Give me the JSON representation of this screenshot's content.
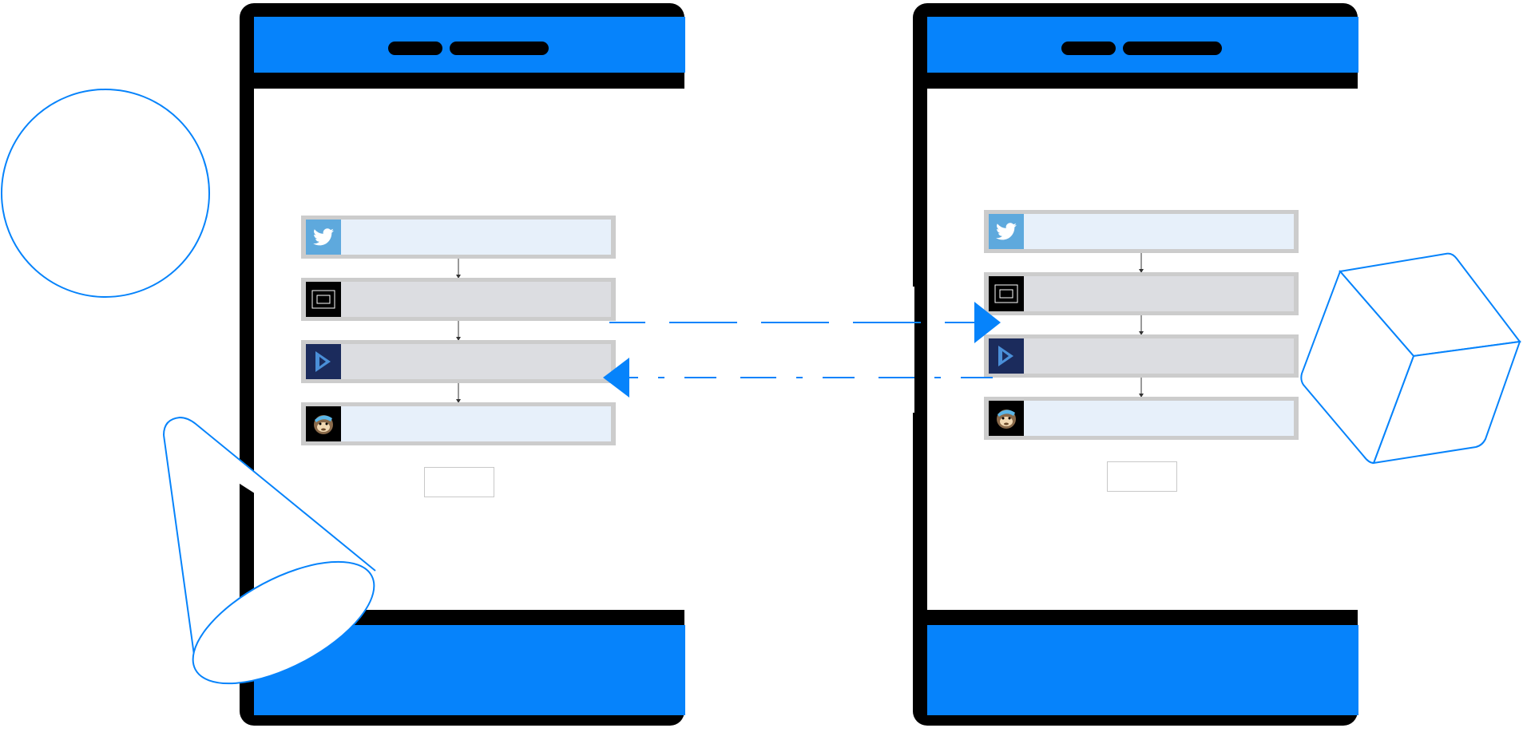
{
  "colors": {
    "accent": "#0683fb",
    "phone_frame": "#000000",
    "card_border": "#cccccc",
    "card_light": "#e7f0fa",
    "card_gray": "#dcdde1",
    "twitter_blue": "#5ea9dd",
    "dynamics_navy": "#1b2b5c"
  },
  "left_phone": {
    "workflow_steps": [
      {
        "icon": "twitter-icon",
        "label": "",
        "style": "light"
      },
      {
        "icon": "screen-frame-icon",
        "label": "",
        "style": "gray"
      },
      {
        "icon": "dynamics-icon",
        "label": "",
        "style": "gray"
      },
      {
        "icon": "mailchimp-icon",
        "label": "",
        "style": "light"
      }
    ],
    "button_label": ""
  },
  "right_phone": {
    "workflow_steps": [
      {
        "icon": "twitter-icon",
        "label": "",
        "style": "light"
      },
      {
        "icon": "screen-frame-icon",
        "label": "",
        "style": "gray"
      },
      {
        "icon": "dynamics-icon",
        "label": "",
        "style": "gray"
      },
      {
        "icon": "mailchimp-icon",
        "label": "",
        "style": "light"
      }
    ],
    "button_label": ""
  },
  "connectors": [
    {
      "direction": "right",
      "style": "dashed"
    },
    {
      "direction": "left",
      "style": "dashed"
    }
  ],
  "decorations": [
    "circle-outline",
    "cone-outline",
    "cube-outline"
  ]
}
